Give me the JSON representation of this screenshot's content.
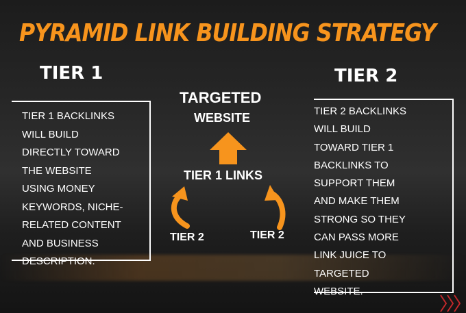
{
  "title": "PYRAMID LINK BUILDING STRATEGY",
  "tier1": {
    "heading": "TIER 1",
    "lines": [
      "TIER 1 BACKLINKS",
      "WILL BUILD",
      "DIRECTLY TOWARD",
      "THE WEBSITE",
      "USING MONEY",
      "KEYWORDS, NICHE-",
      "RELATED CONTENT",
      "AND BUSINESS",
      "DESCRIPTION."
    ]
  },
  "tier2": {
    "heading": "TIER 2",
    "lines": [
      "TIER 2 BACKLINKS",
      "WILL BUILD",
      "TOWARD TIER 1",
      "BACKLINKS TO",
      "SUPPORT THEM",
      "AND MAKE THEM",
      "STRONG SO THEY",
      "CAN PASS MORE",
      "LINK JUICE TO",
      "TARGETED",
      "WEBSITE."
    ]
  },
  "diagram": {
    "targeted": "TARGETED",
    "website": "WEBSITE",
    "tier1_links": "TIER 1 LINKS",
    "tier2_left": "TIER 2",
    "tier2_right": "TIER 2"
  },
  "colors": {
    "accent": "#f7941d",
    "text": "#ffffff",
    "chevron": "#c0282a"
  },
  "icons": {
    "up_arrow": "up-arrow-icon",
    "curved_arrow_left": "curved-arrow-icon",
    "curved_arrow_right": "curved-arrow-icon",
    "chevrons": "chevron-right-icon"
  }
}
